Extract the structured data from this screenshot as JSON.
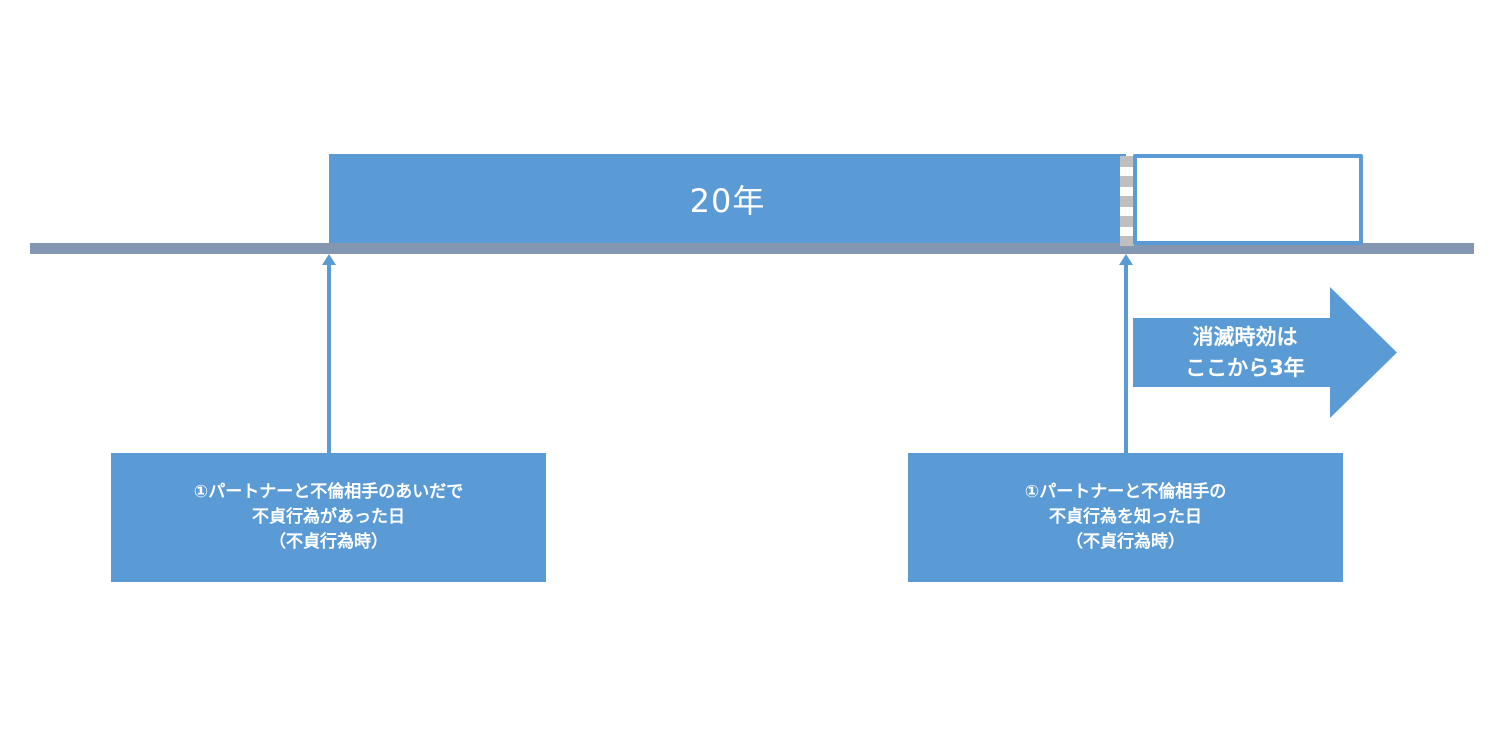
{
  "period": {
    "label": "20年"
  },
  "prescription_arrow": {
    "line1": "消滅時効は",
    "line2": "ここから3年"
  },
  "event_left": {
    "line1": "①パートナーと不倫相手のあいだで",
    "line2": "不貞行為があった日",
    "line3": "（不貞行為時）"
  },
  "event_right": {
    "line1": "①パートナーと不倫相手の",
    "line2": "不貞行為を知った日",
    "line3": "（不貞行為時）"
  },
  "colors": {
    "block": "#5b9bd5",
    "timeline": "#8497b0",
    "separator": "#bfbfbf",
    "text": "#ffffff"
  }
}
